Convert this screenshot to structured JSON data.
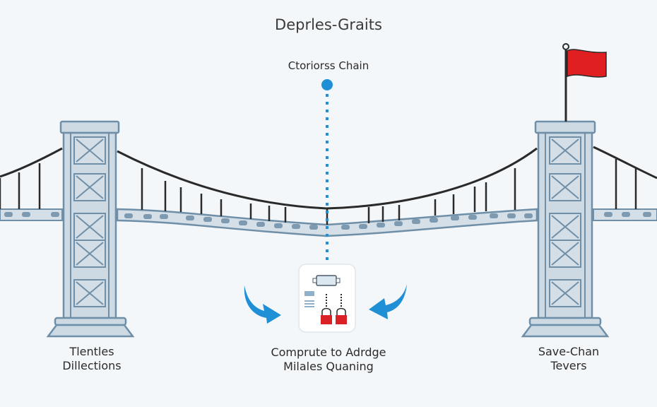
{
  "title": "Deprles-Graits",
  "top_node": {
    "label": "Ctoriorss Chain",
    "icon": "chain-node-dot"
  },
  "left_tower": {
    "label_line1": "Tlentles",
    "label_line2": "Dillections"
  },
  "right_tower": {
    "label_line1": "Save-Chan",
    "label_line2": "Tevers",
    "flag_icon": "flag-icon"
  },
  "center_module": {
    "label_line1": "Comprute to Adrdge",
    "label_line2": "Milales Quaning",
    "icons": [
      "connector-icon",
      "document-lines-icon",
      "padlock-icon",
      "padlock-icon"
    ]
  },
  "arrows": {
    "left": "curved-arrow-right-icon",
    "right": "curved-arrow-left-icon"
  },
  "colors": {
    "accent_blue": "#1f8fd6",
    "flag_red": "#e02020",
    "lock_red": "#d92127",
    "tower_fill": "#cdd9e3",
    "tower_stroke": "#6f8fa8",
    "cable": "#2a2a2a",
    "background": "#f4f7f9"
  }
}
